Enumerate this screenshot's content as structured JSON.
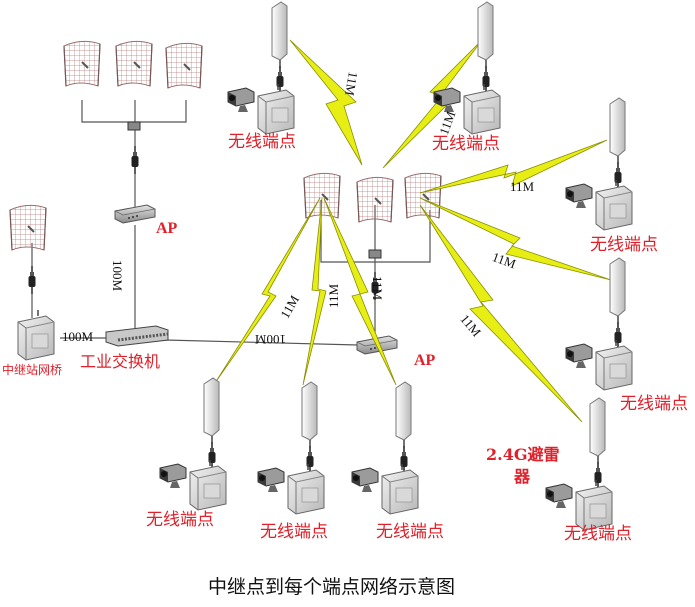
{
  "caption": "中继点到每个端点网络示意图",
  "labels": {
    "terminal": "无线端点",
    "ap": "AP",
    "industrial_switch": "工业交换机",
    "relay_bridge": "中继站网桥",
    "arrester_line1": "2.4G避雷",
    "arrester_line2": "器",
    "wire_speed": "100M",
    "link_speed": "11M"
  },
  "colors": {
    "label_red": "#e0202a",
    "lightning": "#e6ee14",
    "lightning_edge": "#8a8f00",
    "wire": "#555555",
    "text_dark": "#111111"
  },
  "icons": [
    "grid-antenna",
    "panel-antenna",
    "surge-arrester",
    "camera",
    "enclosure-box",
    "access-point",
    "switch"
  ]
}
